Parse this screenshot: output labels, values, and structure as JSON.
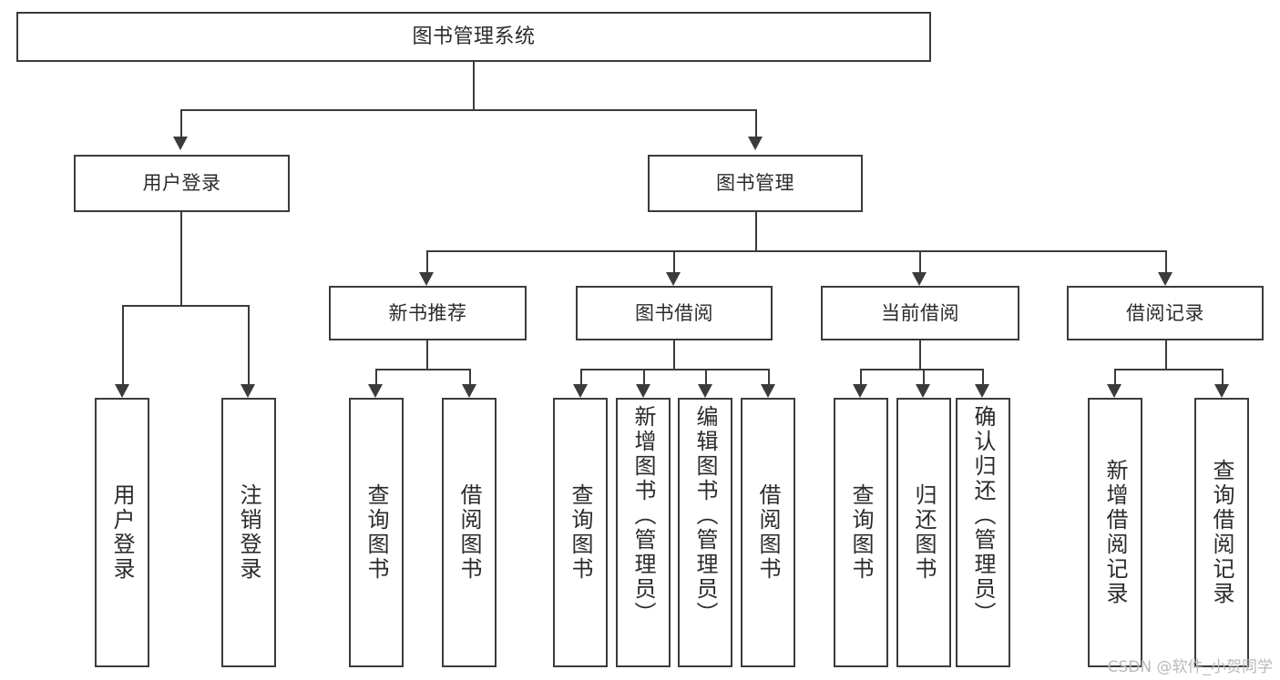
{
  "diagram": {
    "title": "图书管理系统",
    "type": "hierarchy-tree",
    "levels": 4,
    "root": {
      "label": "图书管理系统"
    },
    "level2": [
      {
        "label": "用户登录"
      },
      {
        "label": "图书管理"
      }
    ],
    "level3": [
      {
        "label": "新书推荐"
      },
      {
        "label": "图书借阅"
      },
      {
        "label": "当前借阅"
      },
      {
        "label": "借阅记录"
      }
    ],
    "leaves": {
      "user_login": [
        {
          "label": "用户登录"
        },
        {
          "label": "注销登录"
        }
      ],
      "new_book_recommend": [
        {
          "label": "查询图书"
        },
        {
          "label": "借阅图书"
        }
      ],
      "book_borrow": [
        {
          "label": "查询图书"
        },
        {
          "label": "新增图书（管理员）"
        },
        {
          "label": "编辑图书（管理员）"
        },
        {
          "label": "借阅图书"
        }
      ],
      "current_borrow": [
        {
          "label": "查询图书"
        },
        {
          "label": "归还图书"
        },
        {
          "label": "确认归还（管理员）"
        }
      ],
      "borrow_record": [
        {
          "label": "新增借阅记录"
        },
        {
          "label": "查询借阅记录"
        }
      ]
    }
  },
  "watermark": {
    "text": "CSDN @软件_小贺同学"
  },
  "colors": {
    "stroke": "#3b3b3b",
    "text": "#2b2b2b",
    "background": "#ffffff",
    "watermark": "#b9b9b9"
  }
}
